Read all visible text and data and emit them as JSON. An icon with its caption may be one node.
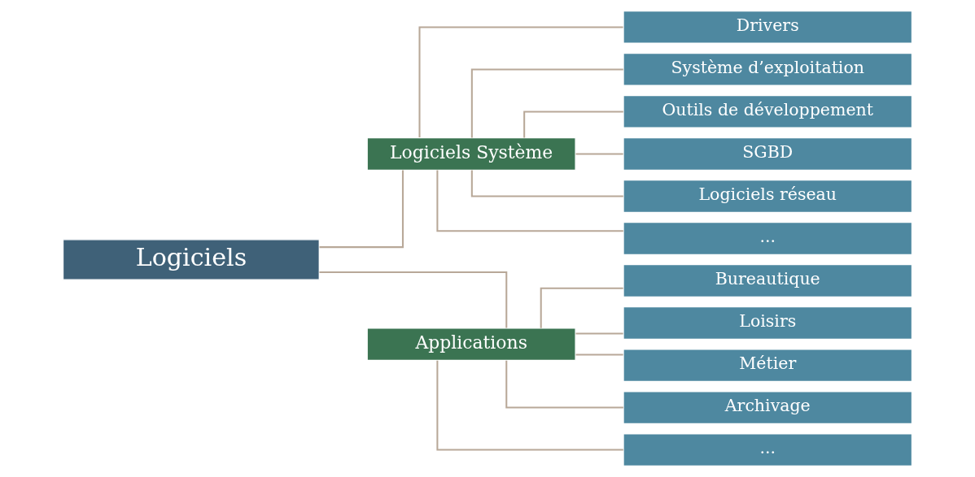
{
  "diagram": {
    "nodes": [
      {
        "text": [
          "Logiciels"
        ]
      },
      {
        "text": [
          "Logiciels Système"
        ]
      },
      {
        "text": [
          "Applications"
        ]
      },
      {
        "text": [
          "Drivers"
        ]
      },
      {
        "text": [
          "Système d’exploitation"
        ]
      },
      {
        "text": [
          "Outils de développement"
        ]
      },
      {
        "text": [
          "SGBD"
        ]
      },
      {
        "text": [
          "Logiciels réseau"
        ]
      },
      {
        "text": [
          "..."
        ]
      },
      {
        "text": [
          "Bureautique"
        ]
      },
      {
        "text": [
          "Loisirs"
        ]
      },
      {
        "text": [
          "Métier"
        ]
      },
      {
        "text": [
          "Archivage"
        ]
      },
      {
        "text": [
          "..."
        ]
      }
    ],
    "edges": [
      {
        "from": 0,
        "to": 1,
        "arrow": "none"
      },
      {
        "from": 0,
        "to": 2,
        "arrow": "none"
      },
      {
        "from": 1,
        "to": 3,
        "arrow": "none"
      },
      {
        "from": 1,
        "to": 4,
        "arrow": "none"
      },
      {
        "from": 1,
        "to": 5,
        "arrow": "none"
      },
      {
        "from": 1,
        "to": 6,
        "arrow": "none"
      },
      {
        "from": 1,
        "to": 7,
        "arrow": "none"
      },
      {
        "from": 1,
        "to": 8,
        "arrow": "none"
      },
      {
        "from": 2,
        "to": 9,
        "arrow": "none"
      },
      {
        "from": 2,
        "to": 10,
        "arrow": "none"
      },
      {
        "from": 2,
        "to": 11,
        "arrow": "none"
      },
      {
        "from": 2,
        "to": 12,
        "arrow": "none"
      },
      {
        "from": 2,
        "to": 13,
        "arrow": "none"
      }
    ]
  }
}
